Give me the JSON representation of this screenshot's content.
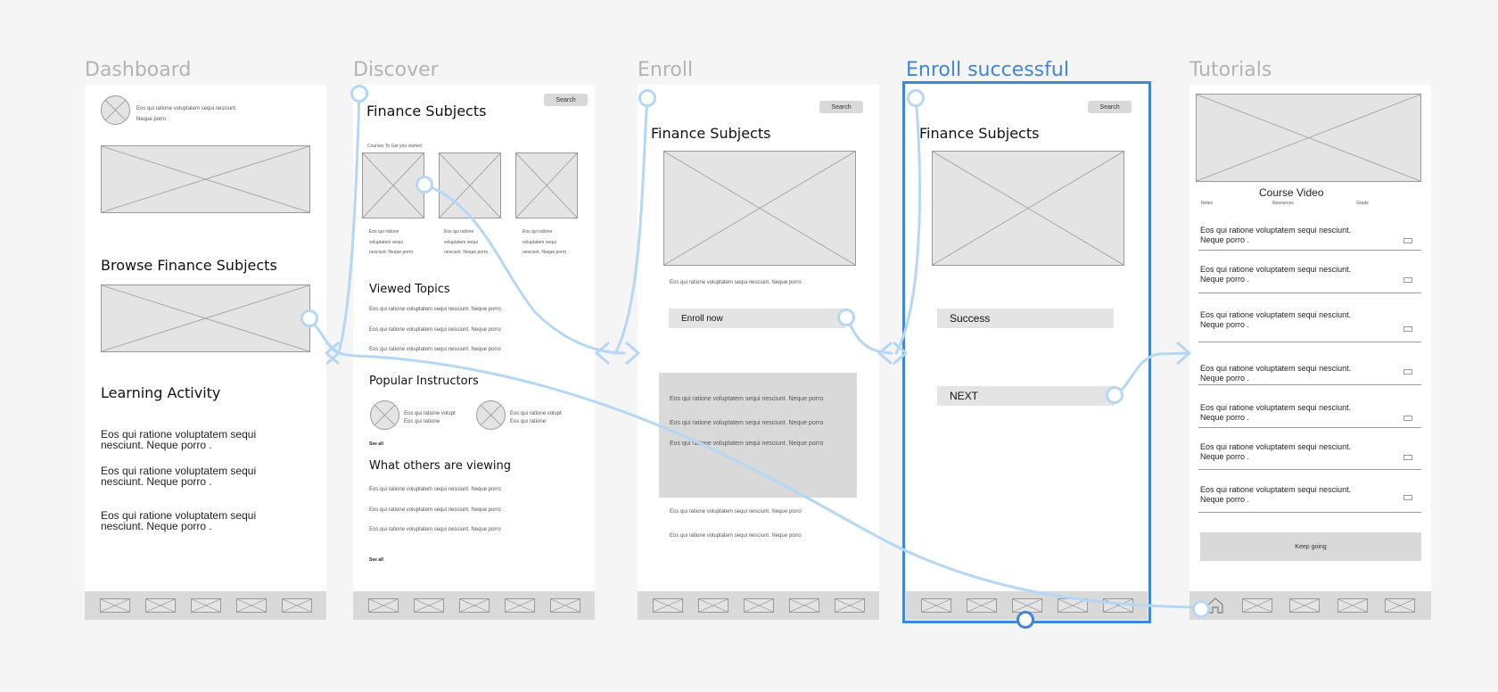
{
  "frames": [
    {
      "title": "Dashboard"
    },
    {
      "title": "Discover"
    },
    {
      "title": "Enroll"
    },
    {
      "title": "Enroll successful"
    },
    {
      "title": "Tutorials"
    }
  ],
  "dashboard": {
    "profile_text_1": "Eos qui ratione voluptatem sequi nesciunt.",
    "profile_text_2": "Neque porro .",
    "browse_heading": "Browse Finance Subjects",
    "learning_heading": "Learning Activity",
    "activity": [
      "Eos qui ratione voluptatem sequi nesciunt. Neque porro .",
      "Eos qui ratione voluptatem sequi nesciunt. Neque porro .",
      "Eos qui ratione voluptatem sequi nesciunt. Neque porro ."
    ]
  },
  "discover": {
    "search_label": "Search",
    "heading": "Finance Subjects",
    "courses_caption": "Courses To Get you started",
    "course_captions": [
      [
        "Eos qui ratione",
        "voluptatem sequi",
        "nesciunt. Neque porro"
      ],
      [
        "Eos qui ratione",
        "voluptatem sequi",
        "nesciunt. Neque porro"
      ],
      [
        "Eos qui ratione",
        "voluptatem sequi",
        "nesciunt. Neque porro"
      ]
    ],
    "viewed_heading": "Viewed Topics",
    "viewed_items": [
      "Eos qui ratione voluptatem sequi nesciunt. Neque porro",
      "Eos qui ratione voluptatem sequi nesciunt. Neque porro",
      "Eos qui ratione voluptatem sequi nesciunt. Neque porro"
    ],
    "instructors_heading": "Popular Instructors",
    "instructors": [
      {
        "line1": "Eos qui ratione volupt",
        "line2": "Eos qui ratione"
      },
      {
        "line1": "Eos qui ratione volupt",
        "line2": "Eos qui ratione"
      }
    ],
    "see_all": "See all",
    "others_heading": "What others are viewing",
    "others_items": [
      "Eos qui ratione voluptatem sequi nesciunt. Neque porro",
      "Eos qui ratione voluptatem sequi nesciunt. Neque porro",
      "Eos qui ratione voluptatem sequi nesciunt. Neque porro"
    ],
    "see_all_2": "See all"
  },
  "enroll": {
    "search_label": "Search",
    "heading": "Finance Subjects",
    "caption": "Eos qui ratione voluptatem sequi nesciunt. Neque porro",
    "enroll_button": "Enroll now",
    "block_lines": [
      "Eos qui ratione voluptatem sequi nesciunt. Neque porro",
      "Eos qui ratione voluptatem sequi nesciunt. Neque porro",
      "Eos qui ratione voluptatem sequi nesciunt. Neque porro"
    ],
    "footer_lines": [
      "Eos qui ratione voluptatem sequi nesciunt. Neque porro",
      "Eos qui ratione voluptatem sequi nesciunt. Neque porro"
    ]
  },
  "success": {
    "search_label": "Search",
    "heading": "Finance Subjects",
    "success_label": "Success",
    "next_button": "NEXT"
  },
  "tutorials": {
    "video_title": "Course Video",
    "tabs": [
      "Notes",
      "Resources",
      "Grade"
    ],
    "lessons": [
      "Eos qui ratione voluptatem sequi nesciunt. Neque porro .",
      "Eos qui ratione voluptatem sequi nesciunt. Neque porro .",
      "Eos qui ratione voluptatem sequi nesciunt. Neque porro .",
      "Eos qui ratione voluptatem sequi nesciunt. Neque porro .",
      "Eos qui ratione voluptatem sequi nesciunt. Neque porro .",
      "Eos qui ratione voluptatem sequi nesciunt. Neque porro .",
      "Eos qui ratione voluptatem sequi nesciunt. Neque porro ."
    ],
    "keep_going_button": "Keep going"
  },
  "colors": {
    "accent": "#3f86d8",
    "connector": "#b5d7f6",
    "placeholder_fill": "#e4e4e4",
    "bar_fill": "#d9d9d9"
  },
  "icons": {
    "placeholder": "image-placeholder-icon",
    "home": "home-icon"
  }
}
